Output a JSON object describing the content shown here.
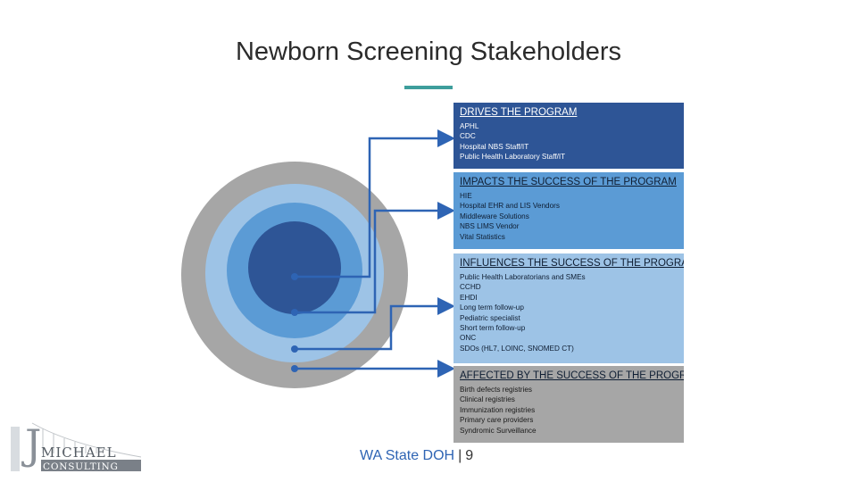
{
  "title": "Newborn Screening Stakeholders",
  "colors": {
    "accent_teal": "#3e9e9c",
    "ring_gray": "#a6a6a6",
    "ring_light_blue": "#9dc3e6",
    "ring_mid_blue": "#5b9bd5",
    "core_dark_blue": "#2e5596",
    "arrow_blue": "#2e64b4",
    "footer_org": "#2e64b4"
  },
  "panels": {
    "drives": {
      "header": "DRIVES THE PROGRAM",
      "items": [
        "APHL",
        "CDC",
        "Hospital NBS Staff/IT",
        "Public Health Laboratory Staff/IT"
      ]
    },
    "impacts": {
      "header": "IMPACTS THE SUCCESS OF THE PROGRAM",
      "items": [
        "HIE",
        "Hospital EHR and LIS Vendors",
        "Middleware Solutions",
        "NBS LIMS Vendor",
        "Vital Statistics"
      ]
    },
    "influences": {
      "header": "INFLUENCES THE SUCCESS OF THE PROGRAM",
      "items": [
        "Public Health Laboratorians and SMEs",
        "CCHD",
        "EHDI",
        "Long term follow-up",
        "Pediatric specialist",
        "Short term follow-up",
        "ONC",
        "SDOs (HL7, LOINC, SNOMED CT)"
      ]
    },
    "affected": {
      "header": "AFFECTED BY THE SUCCESS OF THE PROGRAM",
      "items": [
        "Birth defects registries",
        "Clinical registries",
        "Immunization registries",
        "Primary care providers",
        "Syndromic Surveillance"
      ]
    }
  },
  "logo": {
    "initial": "J",
    "line1": "MICHAEL",
    "line2": "CONSULTING"
  },
  "footer": {
    "org": "WA State DOH",
    "separator": "|",
    "page": "9"
  }
}
